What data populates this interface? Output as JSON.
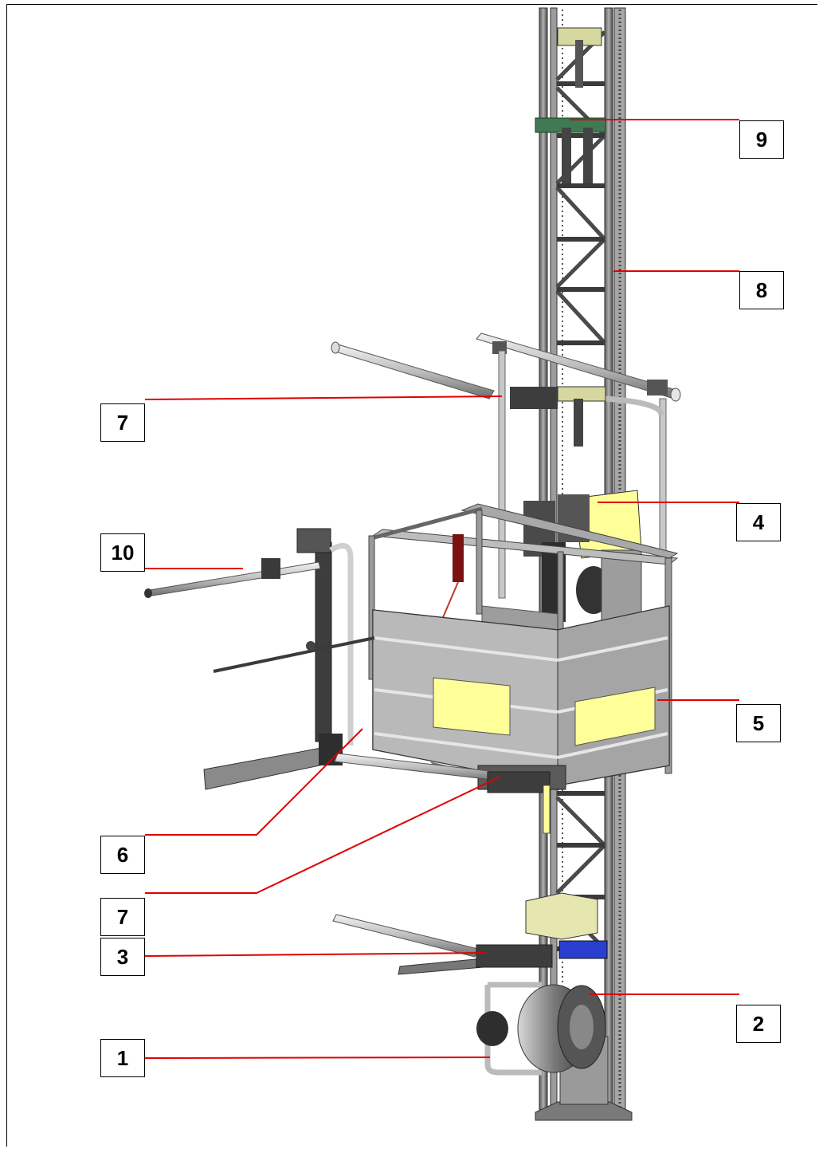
{
  "diagram": {
    "callouts": [
      {
        "id": "9",
        "label": "9"
      },
      {
        "id": "8",
        "label": "8"
      },
      {
        "id": "7a",
        "label": "7"
      },
      {
        "id": "4",
        "label": "4"
      },
      {
        "id": "10",
        "label": "10"
      },
      {
        "id": "5",
        "label": "5"
      },
      {
        "id": "6",
        "label": "6"
      },
      {
        "id": "7b",
        "label": "7"
      },
      {
        "id": "3",
        "label": "3"
      },
      {
        "id": "2",
        "label": "2"
      },
      {
        "id": "1",
        "label": "1"
      }
    ],
    "colors": {
      "leader": "#e00000",
      "steel": "#8c8c8c",
      "steel_dark": "#3c3c3c",
      "panel": "#b4b4b4",
      "yellow_panel": "#ffff9a",
      "green_part": "#3f7a55",
      "blue_part": "#2a3fd0"
    }
  }
}
